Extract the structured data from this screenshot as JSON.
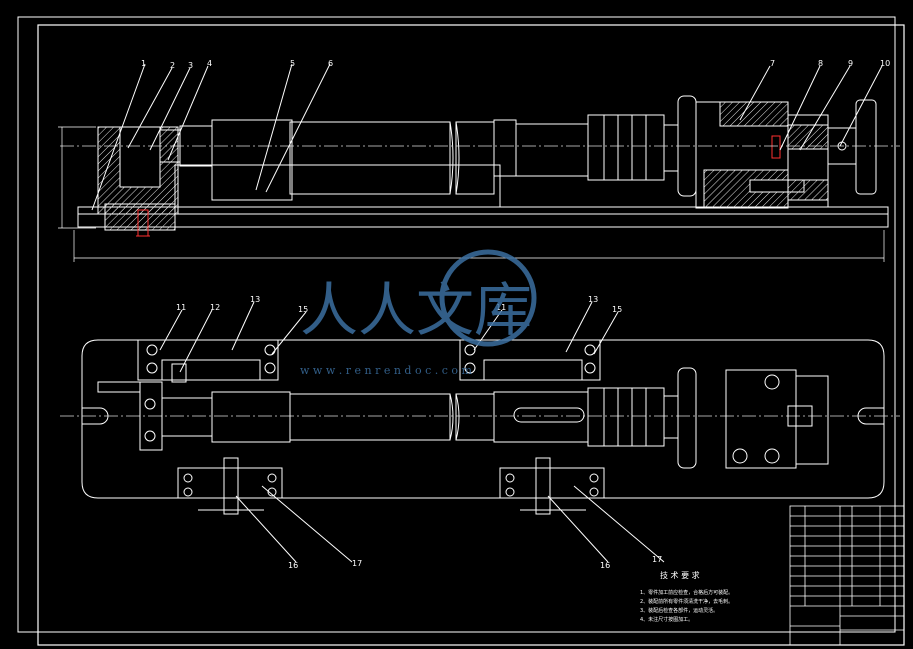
{
  "colors": {
    "background": "#000000",
    "line": "#ffffff",
    "hatch": "#e6e6e6",
    "centerline": "#dddddd",
    "red": "#ff3030",
    "watermark": "#3b6fa0"
  },
  "balloons_top": [
    "1",
    "2",
    "3",
    "4",
    "5",
    "6",
    "7",
    "8",
    "9",
    "10"
  ],
  "balloons_bottom_top": [
    "11",
    "12",
    "13",
    "15",
    "11",
    "13",
    "15"
  ],
  "balloons_bottom_low": [
    "16",
    "17",
    "16",
    "17"
  ],
  "tech_req": {
    "title": "技 术 要 求",
    "lines": [
      "1、零件加工前应检查，合格后方可装配。",
      "2、装配前所有零件须清洗干净，去毛刺。",
      "3、装配后检查各部件，运动灵活。",
      "4、未注尺寸按图加工。"
    ]
  },
  "watermark": {
    "cn": "人人文库",
    "url": "w w w . r e n r e n d o c . c o m"
  }
}
